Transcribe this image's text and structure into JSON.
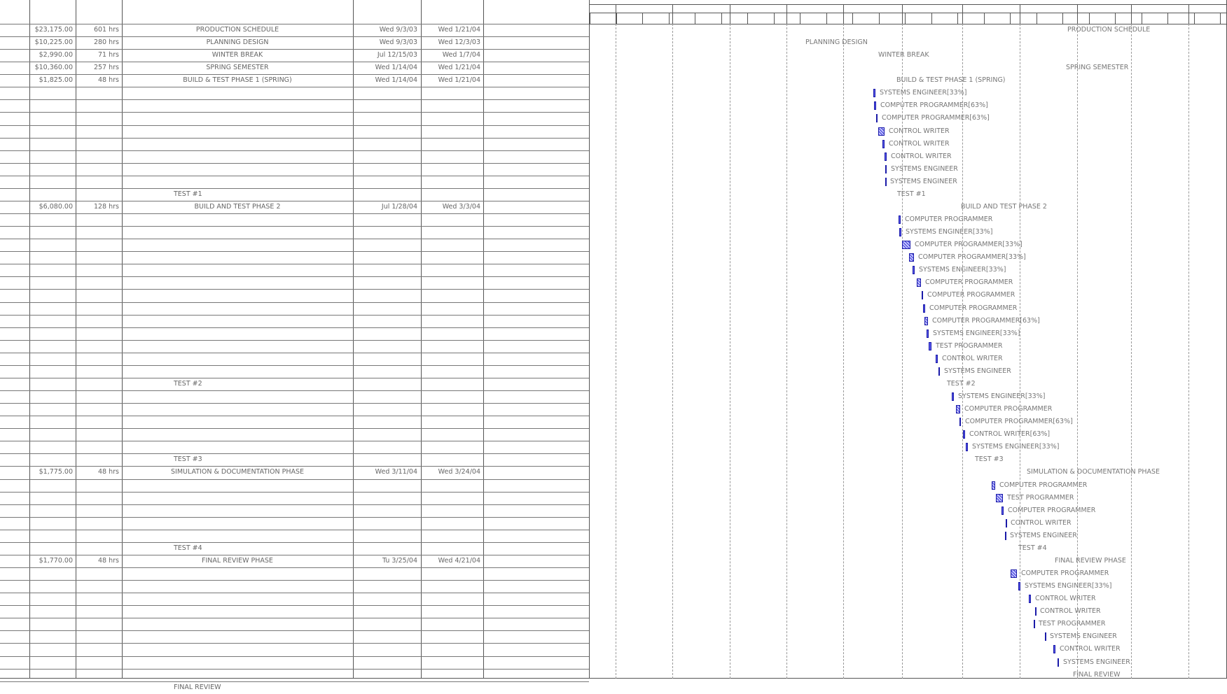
{
  "rows": [
    {
      "cost": "$23,175.00",
      "work": "601 hrs",
      "name": "PRODUCTION SCHEDULE",
      "start": "Wed 9/3/03",
      "finish": "Wed 1/21/04"
    },
    {
      "cost": "$10,225.00",
      "work": "280 hrs",
      "name": "PLANNING DESIGN",
      "start": "Wed 9/3/03",
      "finish": "Wed 12/3/03"
    },
    {
      "cost": "$2,990.00",
      "work": "71 hrs",
      "name": "WINTER BREAK",
      "start": "Jul 12/15/03",
      "finish": "Wed 1/7/04"
    },
    {
      "cost": "$10,360.00",
      "work": "257 hrs",
      "name": "SPRING SEMESTER",
      "start": "Wed 1/14/04",
      "finish": "Wed 1/21/04"
    },
    {
      "cost": "$1,825.00",
      "work": "48 hrs",
      "name": "BUILD & TEST PHASE 1 (SPRING)",
      "start": "Wed 1/14/04",
      "finish": "Wed 1/21/04"
    },
    {},
    {},
    {},
    {},
    {},
    {},
    {},
    {},
    {
      "name": "TEST #1"
    },
    {
      "cost": "$6,080.00",
      "work": "128 hrs",
      "name": "BUILD AND TEST PHASE 2",
      "start": "Jul 1/28/04",
      "finish": "Wed 3/3/04"
    },
    {},
    {},
    {},
    {},
    {},
    {},
    {},
    {},
    {},
    {},
    {},
    {},
    {},
    {
      "name": "TEST #2"
    },
    {},
    {},
    {},
    {},
    {},
    {
      "name": "TEST #3"
    },
    {
      "cost": "$1,775.00",
      "work": "48 hrs",
      "name": "SIMULATION & DOCUMENTATION PHASE",
      "start": "Wed 3/11/04",
      "finish": "Wed 3/24/04"
    },
    {},
    {},
    {},
    {},
    {},
    {
      "name": "TEST #4"
    },
    {
      "cost": "$1,770.00",
      "work": "48 hrs",
      "name": "FINAL REVIEW PHASE",
      "start": "Tu 3/25/04",
      "finish": "Wed 4/21/04"
    },
    {},
    {},
    {},
    {},
    {},
    {},
    {},
    {},
    {},
    {
      "name": "FINAL REVIEW"
    }
  ],
  "gantt": {
    "labels": [
      {
        "row": 0,
        "text": "PRODUCTION SCHEDULE"
      },
      {
        "row": 1,
        "text": "PLANNING DESIGN"
      },
      {
        "row": 2,
        "text": "WINTER BREAK"
      },
      {
        "row": 3,
        "text": "SPRING SEMESTER"
      },
      {
        "row": 4,
        "text": "BUILD & TEST PHASE 1 (SPRING)"
      },
      {
        "row": 5,
        "text": "SYSTEMS ENGINEER[33%]"
      },
      {
        "row": 6,
        "text": "COMPUTER PROGRAMMER[63%]"
      },
      {
        "row": 7,
        "text": "COMPUTER PROGRAMMER[63%]"
      },
      {
        "row": 8,
        "text": "CONTROL WRITER"
      },
      {
        "row": 9,
        "text": "CONTROL WRITER"
      },
      {
        "row": 10,
        "text": "CONTROL WRITER"
      },
      {
        "row": 11,
        "text": "SYSTEMS ENGINEER"
      },
      {
        "row": 12,
        "text": "SYSTEMS ENGINEER"
      },
      {
        "row": 13,
        "text": "TEST #1"
      },
      {
        "row": 14,
        "text": "BUILD AND TEST PHASE 2"
      },
      {
        "row": 15,
        "text": "COMPUTER PROGRAMMER"
      },
      {
        "row": 16,
        "text": "SYSTEMS ENGINEER[33%]"
      },
      {
        "row": 17,
        "text": "COMPUTER PROGRAMMER[33%]"
      },
      {
        "row": 18,
        "text": "COMPUTER PROGRAMMER[33%]"
      },
      {
        "row": 19,
        "text": "SYSTEMS ENGINEER[33%]"
      },
      {
        "row": 20,
        "text": "COMPUTER PROGRAMMER"
      },
      {
        "row": 21,
        "text": "COMPUTER PROGRAMMER"
      },
      {
        "row": 22,
        "text": "COMPUTER PROGRAMMER"
      },
      {
        "row": 23,
        "text": "COMPUTER PROGRAMMER[63%]"
      },
      {
        "row": 24,
        "text": "SYSTEMS ENGINEER[33%]"
      },
      {
        "row": 25,
        "text": "TEST PROGRAMMER"
      },
      {
        "row": 26,
        "text": "CONTROL WRITER"
      },
      {
        "row": 27,
        "text": "SYSTEMS ENGINEER"
      },
      {
        "row": 28,
        "text": "TEST #2"
      },
      {
        "row": 29,
        "text": "SYSTEMS ENGINEER[33%]"
      },
      {
        "row": 30,
        "text": "COMPUTER PROGRAMMER"
      },
      {
        "row": 31,
        "text": "COMPUTER PROGRAMMER[63%]"
      },
      {
        "row": 32,
        "text": "CONTROL WRITER[63%]"
      },
      {
        "row": 33,
        "text": "SYSTEMS ENGINEER[33%]"
      },
      {
        "row": 34,
        "text": "TEST #3"
      },
      {
        "row": 35,
        "text": "SIMULATION & DOCUMENTATION PHASE"
      },
      {
        "row": 36,
        "text": "COMPUTER PROGRAMMER"
      },
      {
        "row": 37,
        "text": "TEST PROGRAMMER"
      },
      {
        "row": 38,
        "text": "COMPUTER PROGRAMMER"
      },
      {
        "row": 39,
        "text": "CONTROL WRITER"
      },
      {
        "row": 40,
        "text": "SYSTEMS ENGINEER"
      },
      {
        "row": 41,
        "text": "TEST #4"
      },
      {
        "row": 42,
        "text": "FINAL REVIEW PHASE"
      },
      {
        "row": 43,
        "text": "COMPUTER PROGRAMMER"
      },
      {
        "row": 44,
        "text": "SYSTEMS ENGINEER[33%]"
      },
      {
        "row": 45,
        "text": "CONTROL WRITER"
      },
      {
        "row": 46,
        "text": "CONTROL WRITER"
      },
      {
        "row": 47,
        "text": "TEST PROGRAMMER"
      },
      {
        "row": 48,
        "text": "SYSTEMS ENGINEER"
      },
      {
        "row": 49,
        "text": "CONTROL WRITER"
      },
      {
        "row": 50,
        "text": "SYSTEMS ENGINEER"
      },
      {
        "row": 51,
        "text": "FINAL REVIEW"
      }
    ]
  },
  "colors": {
    "bar_fill": "#5a5af0",
    "bar_border": "#1a1aa8",
    "grid_line": "#555555"
  }
}
